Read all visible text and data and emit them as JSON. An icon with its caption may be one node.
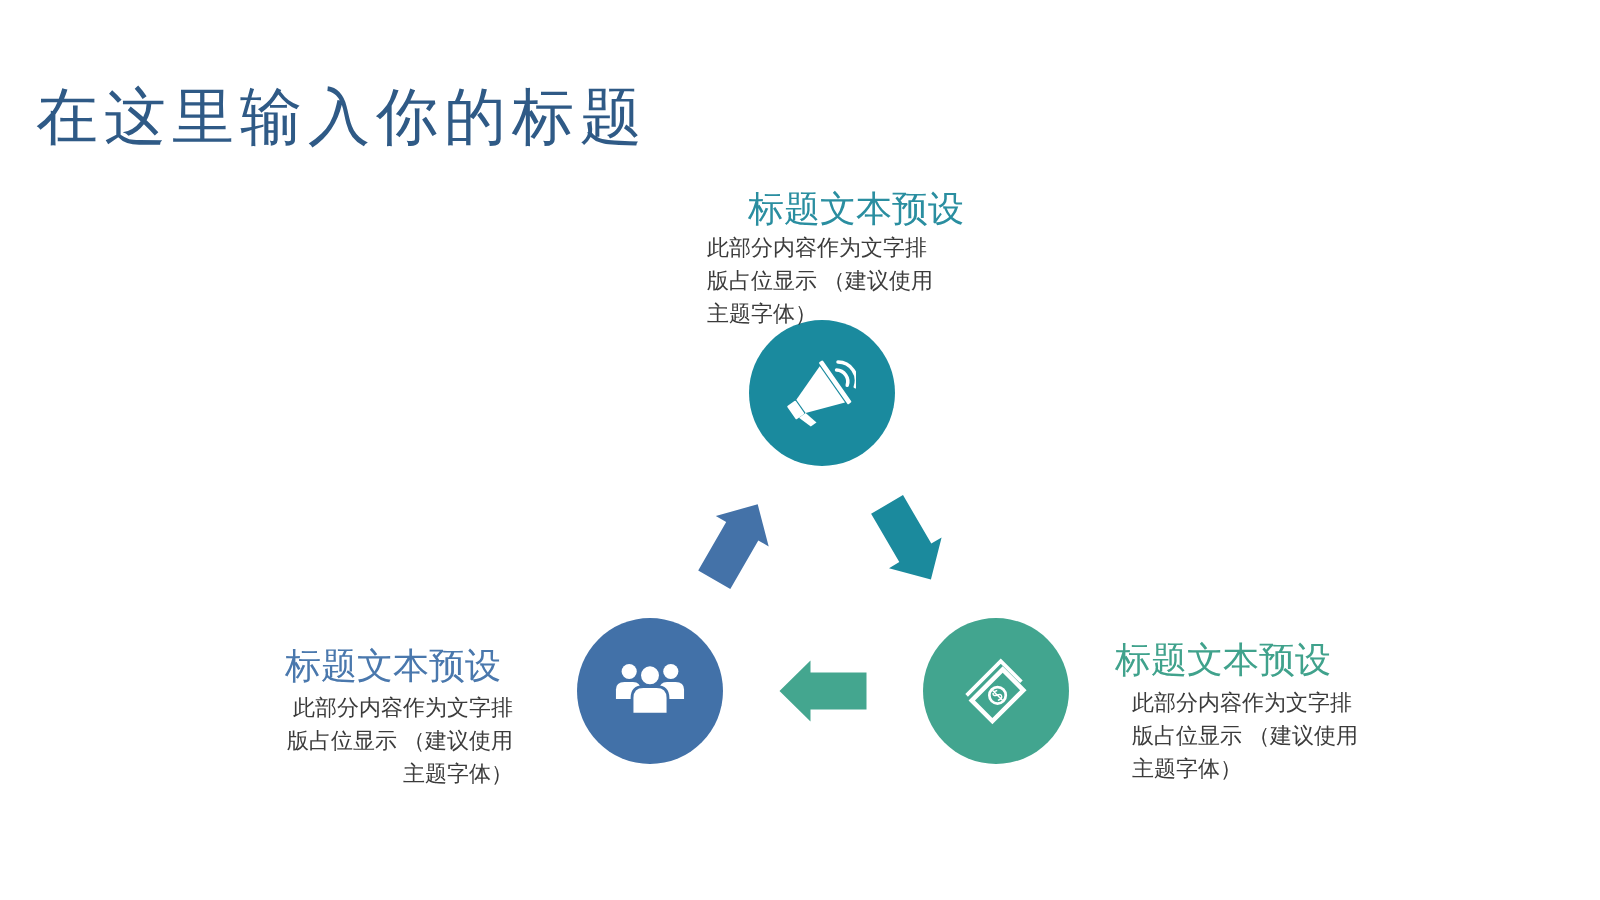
{
  "diagram": {
    "title": "在这里输入你的标题",
    "nodes": [
      {
        "text": [],
        "shape": "circle",
        "beside": [
          "标题文本预设",
          "此部分内容作为文字排版占位显示 （建议使用主题字体）"
        ]
      },
      {
        "text": [],
        "shape": "circle",
        "beside": [
          "标题文本预设",
          "此部分内容作为文字排版占位显示 （建议使用主题字体）"
        ]
      },
      {
        "text": [],
        "shape": "circle",
        "beside": [
          "标题文本预设",
          "此部分内容作为文字排版占位显示 （建议使用主题字体）"
        ]
      }
    ],
    "edges": [
      {
        "from": 0,
        "to": 2,
        "arrow": "to",
        "color": "#1b8a9d"
      },
      {
        "from": 2,
        "to": 1,
        "arrow": "to",
        "color": "#44a68f"
      },
      {
        "from": 1,
        "to": 0,
        "arrow": "to",
        "color": "#4472a8"
      }
    ]
  }
}
